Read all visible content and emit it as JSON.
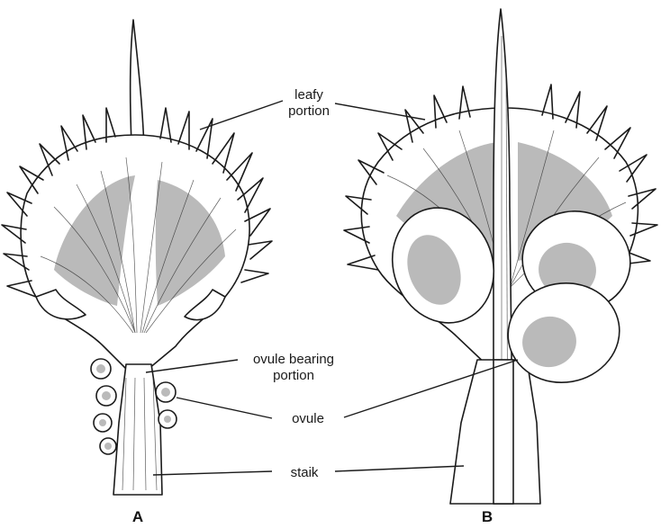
{
  "labels": {
    "leafy_line1": "leafy",
    "leafy_line2": "portion",
    "ovule_bearing_line1": "ovule bearing",
    "ovule_bearing_line2": "portion",
    "ovule": "ovule",
    "stalk": "staik"
  },
  "captions": {
    "a": "A",
    "b": "B"
  }
}
